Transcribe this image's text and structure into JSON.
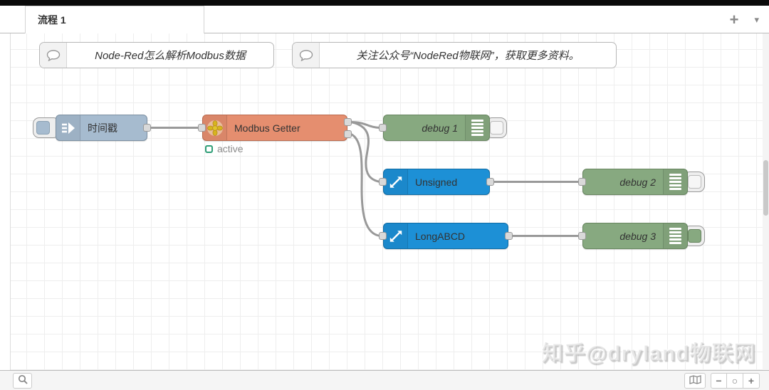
{
  "header": {
    "tab_label": "流程 1",
    "add_flow_label": "+",
    "flow_menu_label": "▾"
  },
  "comments": [
    {
      "label": "Node-Red怎么解析Modbus数据"
    },
    {
      "label": "关注公众号“NodeRed物联网”，获取更多资料。"
    }
  ],
  "nodes": {
    "inject": {
      "label": "时间戳",
      "type": "inject"
    },
    "modbus": {
      "label": "Modbus Getter",
      "type": "modbus-getter",
      "status": "active"
    },
    "debug1": {
      "label": "debug 1",
      "type": "debug",
      "enabled": false
    },
    "debug2": {
      "label": "debug 2",
      "type": "debug",
      "enabled": false
    },
    "debug3": {
      "label": "debug 3",
      "type": "debug",
      "enabled": true
    },
    "unsigned": {
      "label": "Unsigned",
      "type": "buffer-parser"
    },
    "longabcd": {
      "label": "LongABCD",
      "type": "buffer-parser"
    }
  },
  "wires": [
    "inject → modbus",
    "modbus → debug1",
    "modbus → unsigned",
    "modbus → longabcd",
    "unsigned → debug2",
    "longabcd → debug3"
  ],
  "footer": {
    "zoom_out_label": "−",
    "zoom_reset_label": "○",
    "zoom_in_label": "+"
  },
  "watermark": {
    "text": "知乎@dryland物联网"
  },
  "colors": {
    "inject_node": "#a6bbcf",
    "modbus_node": "#e58e6f",
    "debug_node": "#87a980",
    "parser_node": "#1d90d6",
    "wire": "#999999",
    "status_ring": "#2f9e77",
    "grid_line": "#eeeeee"
  },
  "icons": {
    "comment": "speech-bubble-icon",
    "inject": "arrow-right-icon",
    "modbus": "flower-icon",
    "parser": "diagonal-resize-icon",
    "debug": "list-icon",
    "footer_left": "search-icon",
    "footer_map": "map-icon"
  }
}
